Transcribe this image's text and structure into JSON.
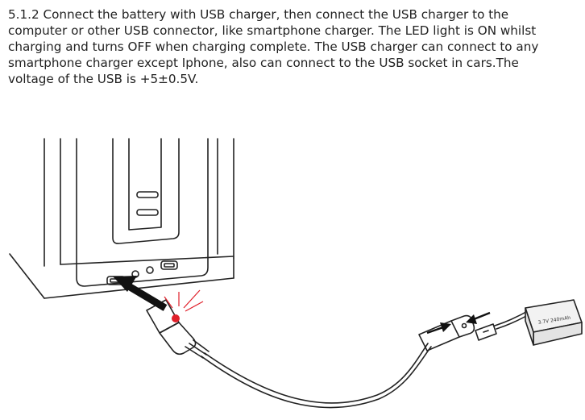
{
  "instructions": {
    "lines": [
      "5.1.2 Connect the battery with USB charger, then connect the USB charger to the",
      "computer or other USB connector, like smartphone charger. The LED light is ON whilst",
      "charging and turns OFF when charging complete. The USB charger can connect to any",
      "smartphone charger except Iphone, also can connect to the USB socket in cars.The",
      "voltage of the USB is +5±0.5V."
    ]
  },
  "figure": {
    "battery_label": "3.7V 240mAh",
    "colors": {
      "line": "#222222",
      "led": "#e0202a",
      "arrow": "#111111",
      "battery_fill": "#f2f2f2"
    }
  }
}
